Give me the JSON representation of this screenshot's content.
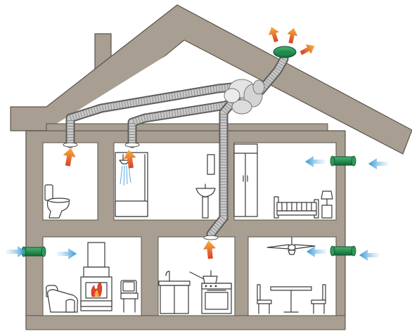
{
  "diagram": {
    "subject": "home-ventilation",
    "colors": {
      "wall": "#a89e91",
      "wall_outline": "#5a544c",
      "room": "#ffffff",
      "duct": "#c9c9c9",
      "duct_outline": "#5d5d5d",
      "green_vent": "#1f8a4c",
      "exhaust_arrow_top": "#f4b23c",
      "exhaust_arrow_bottom": "#d8412a",
      "intake_arrow": "#3fa0de"
    },
    "icons": {
      "exhaust_arrow": "warm-air-arrow-icon",
      "intake_arrow": "fresh-air-arrow-icon",
      "wall_vent": "wall-air-inlet-icon",
      "roof_vent": "roof-exhaust-cap-icon",
      "fan_unit": "ventilation-fan-unit-icon"
    },
    "rooms": [
      {
        "id": "toilet",
        "fixtures": [
          "toilet-icon"
        ]
      },
      {
        "id": "bathroom",
        "fixtures": [
          "shower-icon"
        ]
      },
      {
        "id": "washroom",
        "fixtures": [
          "sink-icon",
          "mirror-icon"
        ]
      },
      {
        "id": "bedroom",
        "fixtures": [
          "wardrobe-icon",
          "bed-icon",
          "lamp-icon"
        ]
      },
      {
        "id": "living-room",
        "fixtures": [
          "fireplace-icon",
          "armchair-icon",
          "tv-icon"
        ]
      },
      {
        "id": "kitchen",
        "fixtures": [
          "stove-icon",
          "kitchen-sink-icon",
          "cabinet-icon"
        ]
      },
      {
        "id": "dining-room",
        "fixtures": [
          "ceiling-fan-icon",
          "table-icon",
          "chair-icon"
        ]
      }
    ]
  }
}
